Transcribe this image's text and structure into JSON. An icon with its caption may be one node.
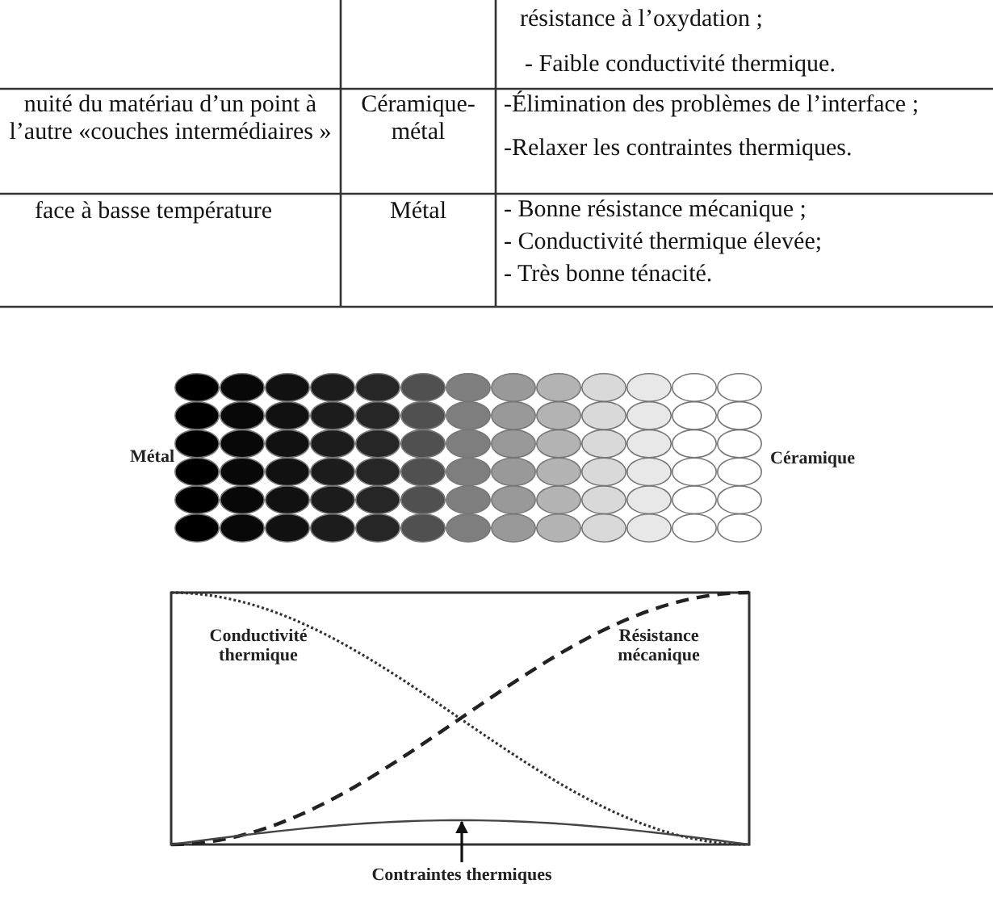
{
  "diagram": {
    "nodes": [
      {
        "text": [
          "Contraintes thermiques"
        ]
      },
      {
        "text": [],
        "shape": "curve"
      }
    ],
    "edges": [
      {
        "from": 0,
        "to": 1,
        "arrow": "to"
      }
    ],
    "labels": [
      "résistance à l’oxydation ;",
      "- Faible conductivité thermique.",
      "nuité du matériau d’un point à l’autre «couches intermédiaires »",
      "Céramique-métal",
      "-Élimination des problèmes de l’interface ;",
      "-Relaxer les contraintes thermiques.",
      "face à basse température",
      "Métal",
      "- Bonne résistance mécanique ;",
      "- Conductivité thermique élevée;",
      "- Très bonne ténacité.",
      "Métal",
      "Céramique",
      "Conductivité thermique",
      "Résistance mécanique"
    ]
  }
}
